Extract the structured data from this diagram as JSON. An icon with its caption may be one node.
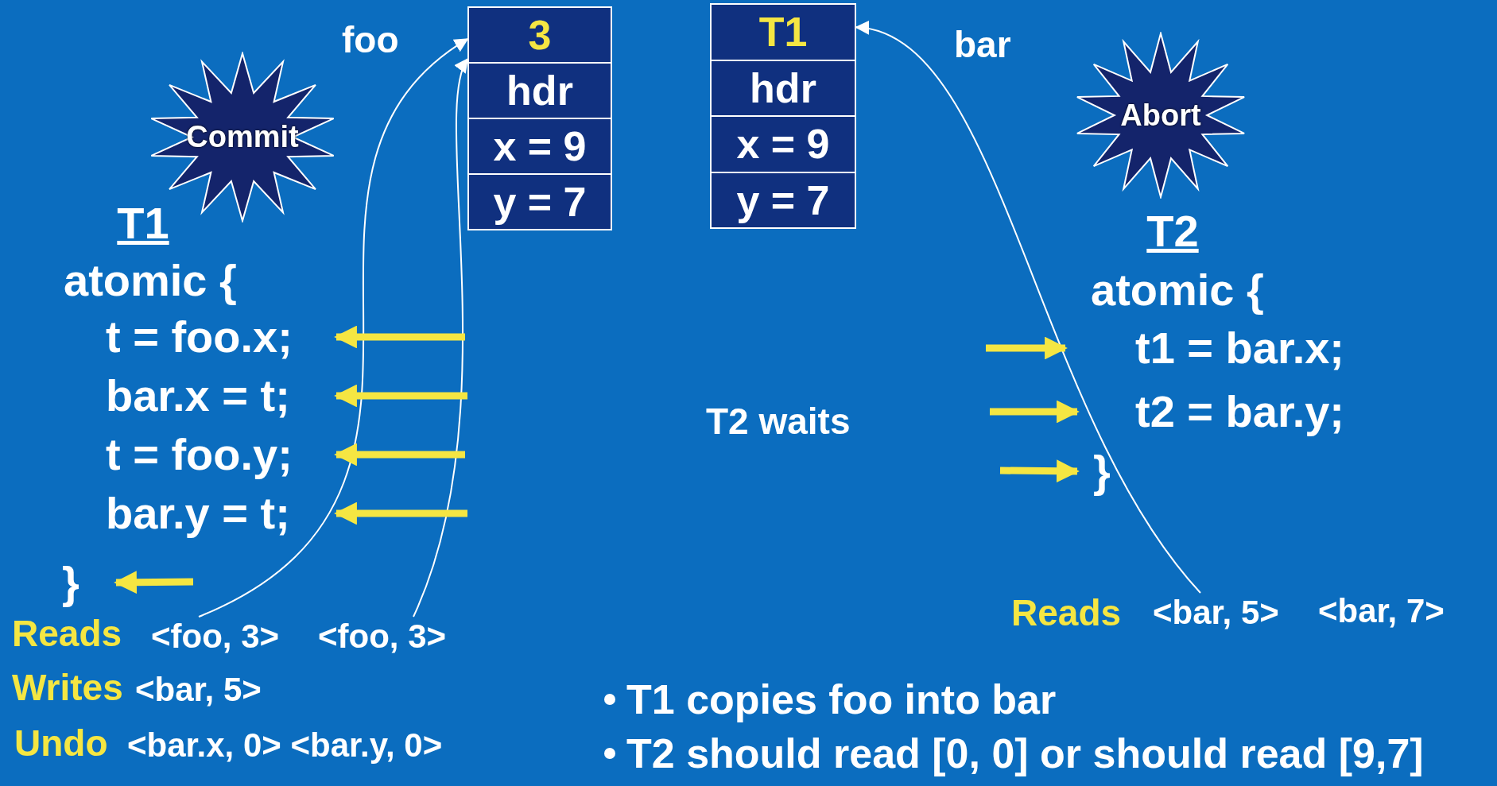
{
  "diagram": {
    "nodes": [
      {
        "text": [
          "foo"
        ]
      },
      {
        "text": [
          "3",
          "hdr",
          "x = 9",
          "y = 7"
        ]
      },
      {
        "text": [
          "T1",
          "hdr",
          "x = 9",
          "y = 7"
        ]
      },
      {
        "text": [
          "bar"
        ]
      },
      {
        "text": [
          "Commit"
        ]
      },
      {
        "text": [
          "Abort"
        ]
      },
      {
        "text": [
          "T1"
        ]
      },
      {
        "text": [
          "atomic {"
        ]
      },
      {
        "text": [
          "t = foo.x;"
        ]
      },
      {
        "text": [
          "bar.x = t;"
        ]
      },
      {
        "text": [
          "t = foo.y;"
        ]
      },
      {
        "text": [
          "bar.y = t;"
        ]
      },
      {
        "text": [
          "}"
        ]
      },
      {
        "text": [
          "T2"
        ]
      },
      {
        "text": [
          "atomic {"
        ]
      },
      {
        "text": [
          "t1 = bar.x;"
        ]
      },
      {
        "text": [
          "t2 = bar.y;"
        ]
      },
      {
        "text": [
          "}"
        ]
      },
      {
        "text": [
          "<foo, 3>"
        ]
      },
      {
        "text": [
          "<foo, 3>"
        ]
      },
      {
        "text": [
          "<bar, 5>"
        ]
      }
    ],
    "edges": [
      {
        "from": 18,
        "to": 1,
        "arrow": "to",
        "color": "#ffffff"
      },
      {
        "from": 19,
        "to": 1,
        "arrow": "to",
        "color": "#ffffff"
      },
      {
        "from": 20,
        "to": 2,
        "arrow": "to",
        "color": "#ffffff"
      },
      {
        "from": null,
        "to": 8,
        "arrow": "to"
      },
      {
        "from": null,
        "to": 9,
        "arrow": "to"
      },
      {
        "from": null,
        "to": 10,
        "arrow": "to"
      },
      {
        "from": null,
        "to": 11,
        "arrow": "to"
      },
      {
        "from": null,
        "to": 12,
        "arrow": "to"
      },
      {
        "from": null,
        "to": 15,
        "arrow": "to"
      },
      {
        "from": null,
        "to": 16,
        "arrow": "to"
      },
      {
        "from": null,
        "to": 17,
        "arrow": "to"
      }
    ],
    "labels": [
      "Reads",
      "Writes",
      "<bar, 5>",
      "Undo",
      "<bar.x, 0> <bar.y, 0>",
      "T1 copies foo into bar",
      "T2 should read [0, 0] or should read [9,7]",
      "T2 waits",
      "Reads",
      "<bar, 7>"
    ]
  }
}
